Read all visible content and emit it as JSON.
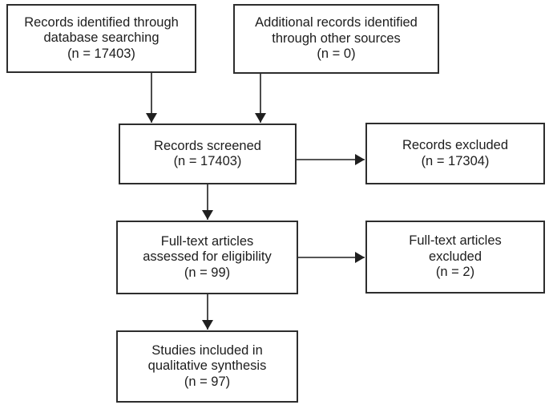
{
  "diagram": {
    "type": "flowchart",
    "boxes": [
      {
        "id": "records-identified-database",
        "text": "Records identified through\ndatabase searching\n(n = 17403)"
      },
      {
        "id": "additional-records-other-sources",
        "text": "Additional records identified\nthrough other sources\n(n = 0)"
      },
      {
        "id": "records-screened",
        "text": "Records screened\n(n = 17403)"
      },
      {
        "id": "records-excluded",
        "text": "Records excluded\n(n = 17304)"
      },
      {
        "id": "fulltext-assessed",
        "text": "Full-text articles\nassessed for eligibility\n(n = 99)"
      },
      {
        "id": "fulltext-excluded",
        "text": "Full-text articles\nexcluded\n(n = 2)"
      },
      {
        "id": "studies-included",
        "text": "Studies included in\nqualitative synthesis\n(n = 97)"
      }
    ]
  },
  "colors": {
    "box_border": "#2d2d2d",
    "text_color": "#1d1d1d",
    "line_color": "#1f1f1f",
    "background": "#ffffff"
  }
}
